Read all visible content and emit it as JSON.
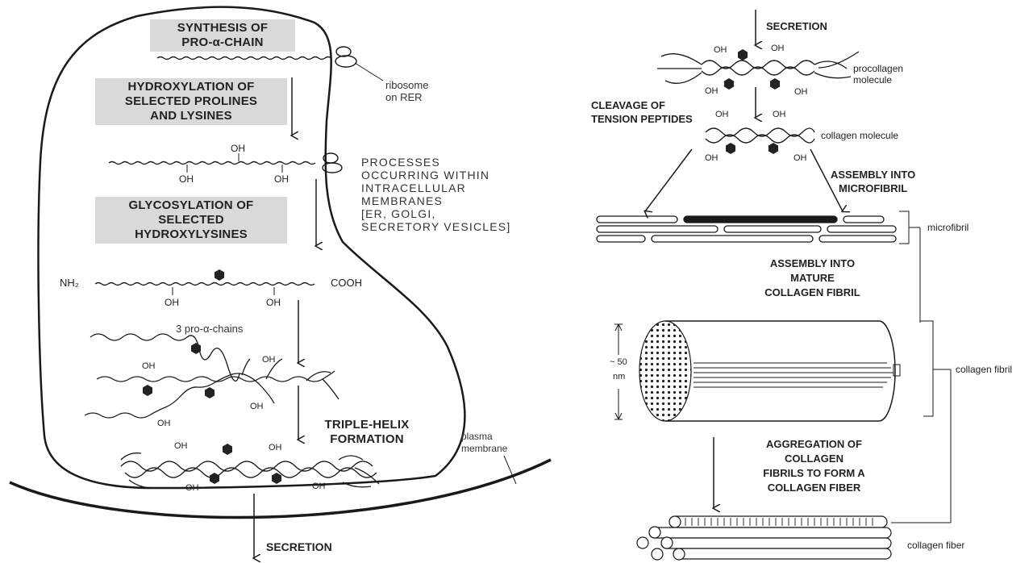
{
  "left": {
    "step_synthesis": [
      "SYNTHESIS OF",
      "PRO-α-CHAIN"
    ],
    "ribosome_label": [
      "ribosome",
      "on RER"
    ],
    "step_hydroxylation": [
      "HYDROXYLATION OF",
      "SELECTED PROLINES",
      "AND LYSINES"
    ],
    "processes_note": [
      "PROCESSES",
      "OCCURRING WITHIN",
      "INTRACELLULAR",
      "MEMBRANES",
      "[ER, GOLGI,",
      "SECRETORY VESICLES]"
    ],
    "step_glycosylation": [
      "GLYCOSYLATION OF",
      "SELECTED",
      "HYDROXYLYSINES"
    ],
    "nh2": "NH₂",
    "cooh": "COOH",
    "oh": "OH",
    "three_chains": "3 pro-α-chains",
    "step_triple_helix": [
      "TRIPLE-HELIX",
      "FORMATION"
    ],
    "plasma_membrane": [
      "plasma",
      "membrane"
    ],
    "secretion": "SECRETION"
  },
  "right": {
    "secretion": "SECRETION",
    "procollagen": [
      "procollagen",
      "molecule"
    ],
    "cleavage": [
      "CLEAVAGE OF",
      "TENSION PEPTIDES"
    ],
    "collagen_molecule": "collagen molecule",
    "assembly_microfibril": [
      "ASSEMBLY INTO",
      "MICROFIBRIL"
    ],
    "microfibril": "microfibril",
    "assembly_mature": [
      "ASSEMBLY INTO",
      "MATURE",
      "COLLAGEN FIBRIL"
    ],
    "size_value": "~ 50",
    "size_unit": "nm",
    "collagen_fibril": "collagen fibril",
    "aggregation": [
      "AGGREGATION OF",
      "COLLAGEN",
      "FIBRILS TO FORM A",
      "COLLAGEN FIBER"
    ],
    "collagen_fiber": "collagen fiber"
  },
  "colors": {
    "ink": "#1a1a1a",
    "box": "#d9d9d9",
    "background": "#ffffff"
  }
}
